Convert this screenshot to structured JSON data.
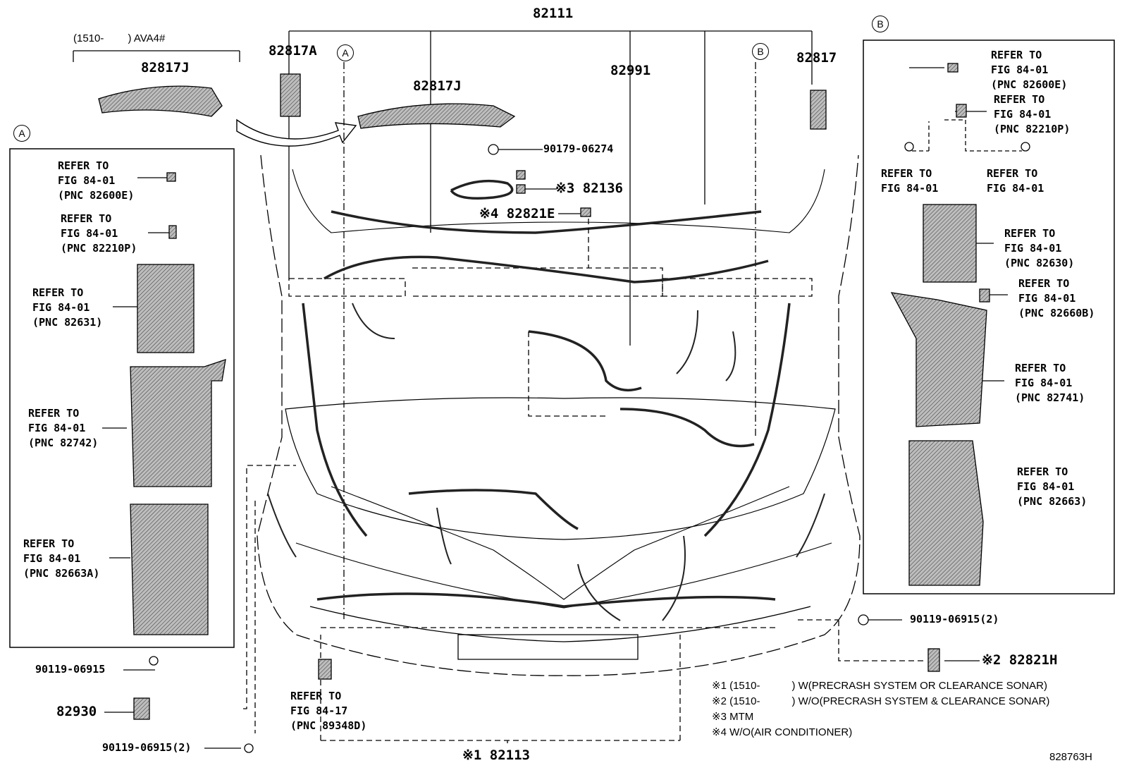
{
  "diagram": {
    "main_part": "82111",
    "top_note": "(1510-　　 ) AVA4#",
    "parts": {
      "p82817J_left": "82817J",
      "p82817J_center": "82817J",
      "p82817A": "82817A",
      "p82991": "82991",
      "p82817": "82817",
      "p90179": "90179-06274",
      "p82136": "※3 82136",
      "p82821E": "※4 82821E",
      "p90119_left": "90119-06915",
      "p82930": "82930",
      "p90119_bottom": "90119-06915(2)",
      "p82113": "※1 82113",
      "p90119_right": "90119-06915(2)",
      "p82821H": "※2 82821H"
    },
    "callouts": {
      "A": "A",
      "B": "B"
    },
    "panel_a_refs": [
      {
        "l1": "REFER TO",
        "l2": "FIG 84-01",
        "l3": "(PNC 82600E)"
      },
      {
        "l1": "REFER TO",
        "l2": "FIG 84-01",
        "l3": "(PNC 82210P)"
      },
      {
        "l1": "REFER TO",
        "l2": "FIG 84-01",
        "l3": "(PNC 82631)"
      },
      {
        "l1": "REFER TO",
        "l2": "FIG 84-01",
        "l3": "(PNC 82742)"
      },
      {
        "l1": "REFER TO",
        "l2": "FIG 84-01",
        "l3": "(PNC 82663A)"
      }
    ],
    "panel_b_refs": [
      {
        "l1": "REFER TO",
        "l2": "FIG 84-01",
        "l3": "(PNC 82600E)"
      },
      {
        "l1": "REFER TO",
        "l2": "FIG 84-01",
        "l3": "(PNC 82210P)"
      },
      {
        "l1": "REFER TO",
        "l2": "FIG 84-01"
      },
      {
        "l1": "REFER TO",
        "l2": "FIG 84-01"
      },
      {
        "l1": "REFER TO",
        "l2": "FIG 84-01",
        "l3": "(PNC 82630)"
      },
      {
        "l1": "REFER TO",
        "l2": "FIG 84-01",
        "l3": "(PNC 82660B)"
      },
      {
        "l1": "REFER TO",
        "l2": "FIG 84-01",
        "l3": "(PNC 82741)"
      },
      {
        "l1": "REFER TO",
        "l2": "FIG 84-01",
        "l3": "(PNC 82663)"
      }
    ],
    "bottom_ref": {
      "l1": "REFER TO",
      "l2": "FIG 84-17",
      "l3": "(PNC 89348D)"
    },
    "notes": [
      "※1 (1510-　　　) W(PRECRASH SYSTEM OR CLEARANCE SONAR)",
      "※2 (1510-　　　) W/O(PRECRASH SYSTEM & CLEARANCE SONAR)",
      "※3 MTM",
      "※4 W/O(AIR CONDITIONER)"
    ],
    "figure_id": "828763H"
  }
}
